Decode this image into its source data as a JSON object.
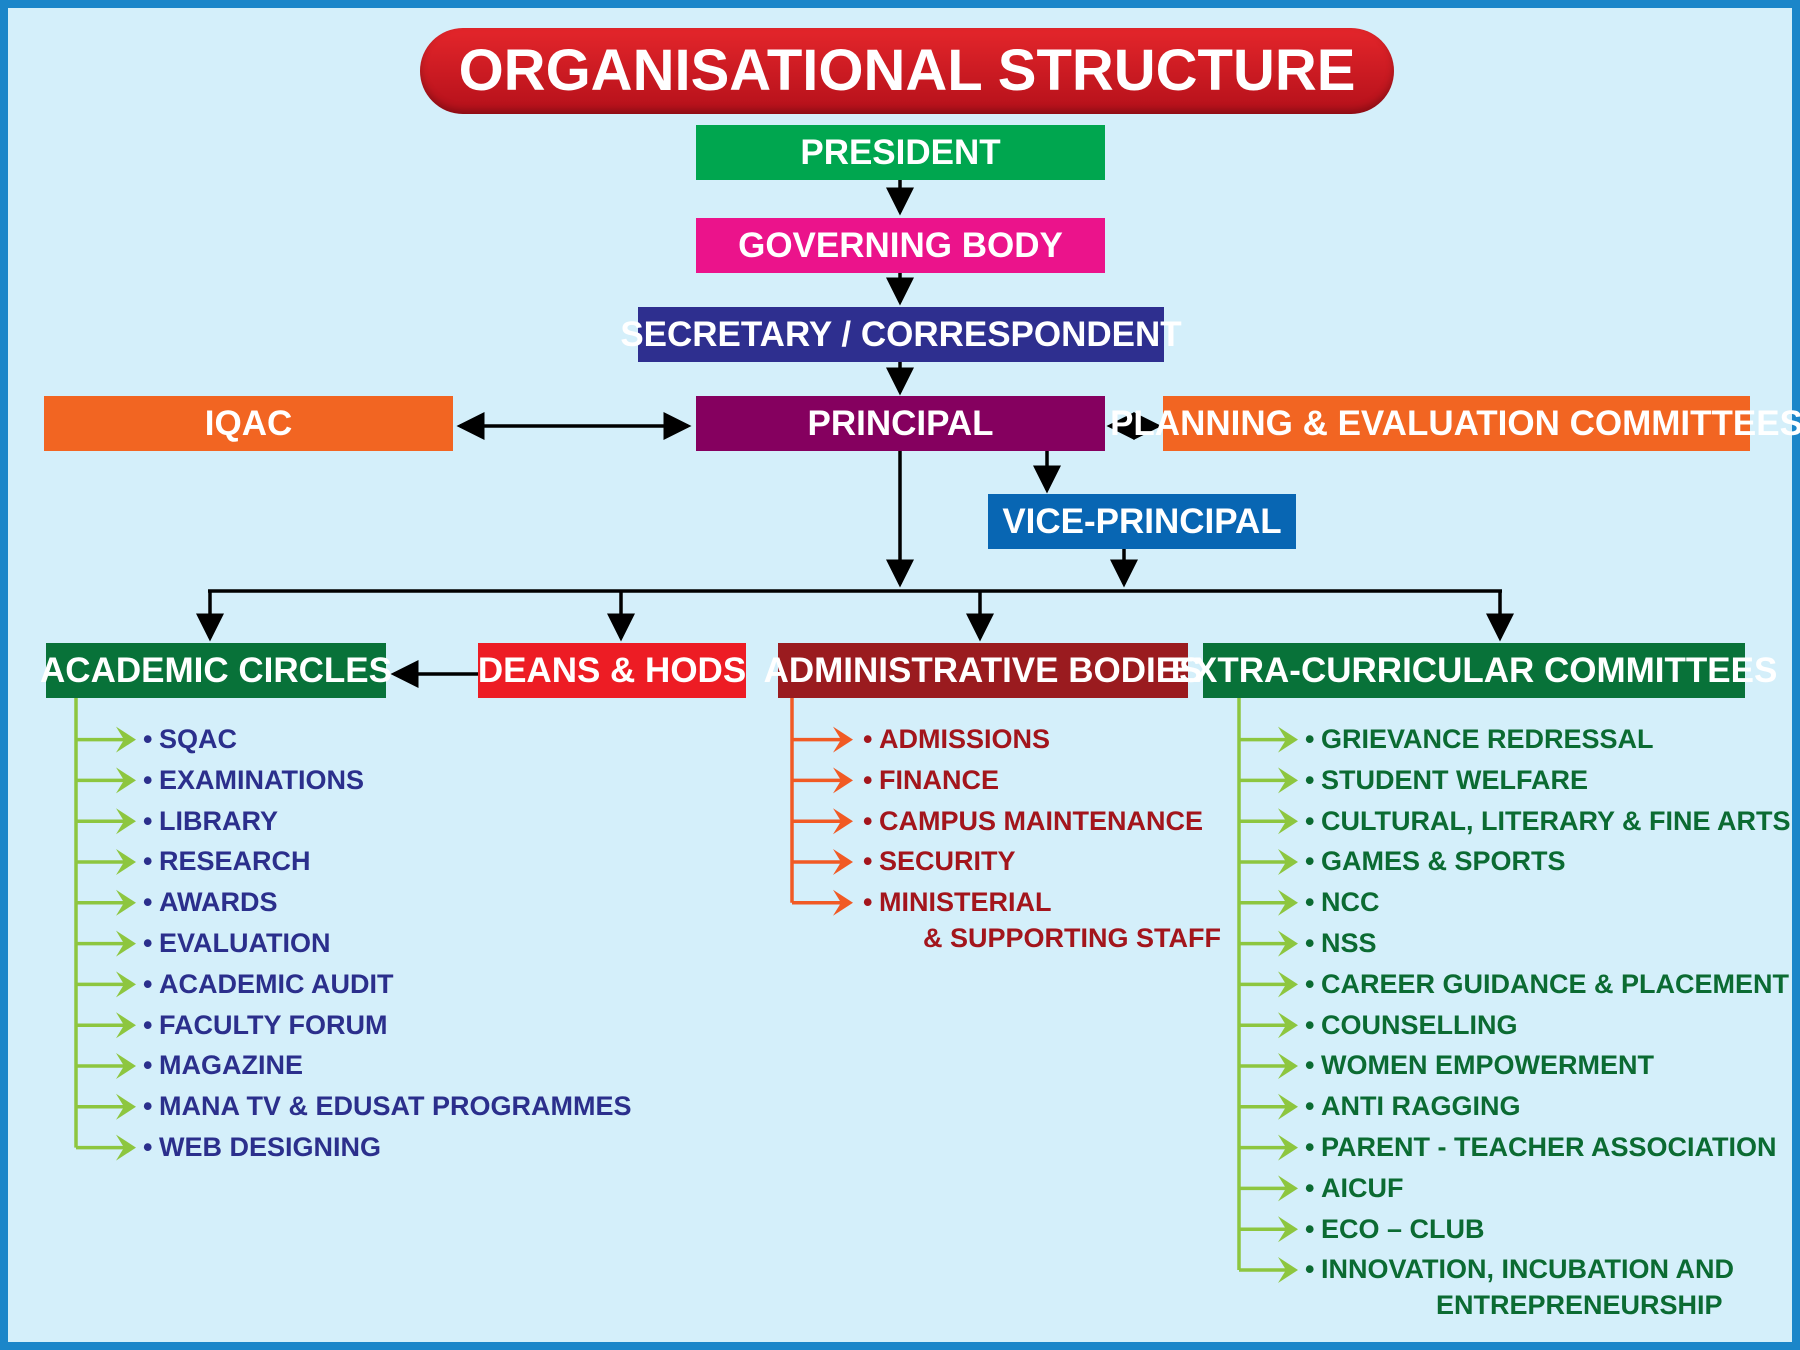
{
  "title": "ORGANISATIONAL STRUCTURE",
  "nodes": {
    "president": "PRESIDENT",
    "governing_body": "GOVERNING BODY",
    "secretary": "SECRETARY / CORRESPONDENT",
    "iqac": "IQAC",
    "principal": "PRINCIPAL",
    "planning": "PLANNING & EVALUATION COMMITTEES",
    "vice_principal": "VICE-PRINCIPAL",
    "academic_circles": "ACADEMIC CIRCLES",
    "deans_hods": "DEANS  & HODS",
    "administrative_bodies": "ADMINISTRATIVE BODIES",
    "extra_curricular": "EXTRA-CURRICULAR COMMITTEES"
  },
  "academic_items": [
    "SQAC",
    "EXAMINATIONS",
    "LIBRARY",
    "RESEARCH",
    "AWARDS",
    "EVALUATION",
    "ACADEMIC AUDIT",
    "FACULTY FORUM",
    "MAGAZINE",
    "MANA TV & EDUSAT PROGRAMMES",
    "WEB DESIGNING"
  ],
  "admin_items": [
    "ADMISSIONS",
    "FINANCE",
    "CAMPUS MAINTENANCE",
    "SECURITY",
    "MINISTERIAL"
  ],
  "admin_item_continuation": "& SUPPORTING STAFF",
  "extra_items": [
    "GRIEVANCE REDRESSAL",
    "STUDENT WELFARE",
    "CULTURAL, LITERARY & FINE ARTS",
    "GAMES & SPORTS",
    "NCC",
    "NSS",
    "CAREER GUIDANCE & PLACEMENT",
    "COUNSELLING",
    "WOMEN EMPOWERMENT",
    "ANTI RAGGING",
    "PARENT - TEACHER ASSOCIATION",
    "AICUF",
    "ECO – CLUB",
    "INNOVATION, INCUBATION AND"
  ],
  "extra_item_continuation": "ENTREPRENEURSHIP",
  "colors": {
    "background": "#d4effa",
    "frame": "#1b86c9",
    "title": "#c8161e",
    "president": "#00a64f",
    "governing_body": "#eb138b",
    "secretary": "#2e2f8f",
    "iqac": "#f26522",
    "principal": "#85005f",
    "planning": "#f26522",
    "vice_principal": "#0866b3",
    "academic_circles": "#087239",
    "deans_hods": "#ed1c24",
    "administrative_bodies": "#9a1b1f",
    "extra_curricular": "#087239",
    "blue_text": "#2b2f8c",
    "red_text": "#a3151c",
    "green_text": "#0b6b32",
    "green_arrow": "#8dc63f",
    "orange_arrow": "#f15a24"
  }
}
